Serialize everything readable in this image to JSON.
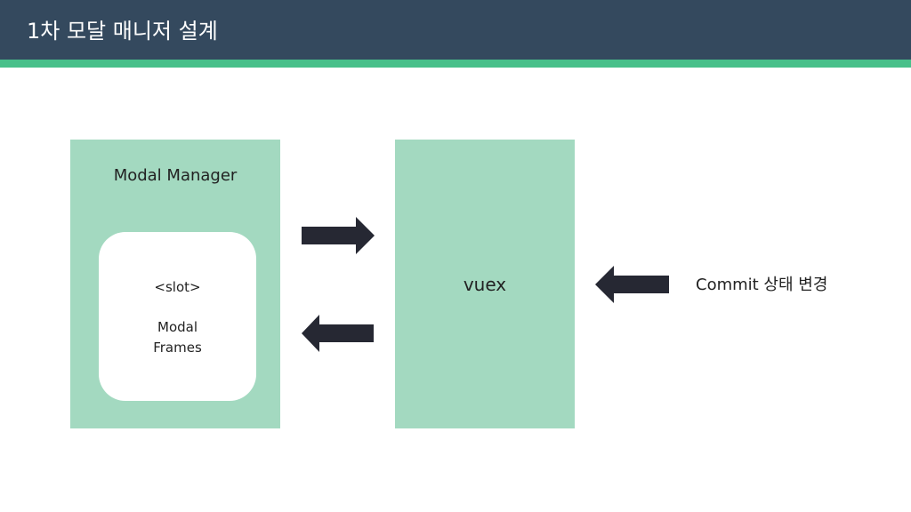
{
  "header": {
    "title": "1차 모달 매니저 설계"
  },
  "colors": {
    "header_bg": "#34495e",
    "accent": "#48c08a",
    "box_fill": "#a3d9c0",
    "arrow": "#262833"
  },
  "diagram": {
    "manager": {
      "title": "Modal Manager",
      "slot_tag": "<slot>",
      "slot_line1": "Modal",
      "slot_line2": "Frames"
    },
    "store": {
      "label": "vuex"
    },
    "commit": {
      "label": "Commit 상태 변경"
    },
    "arrows": [
      {
        "from": "manager",
        "to": "vuex",
        "direction": "right"
      },
      {
        "from": "vuex",
        "to": "manager",
        "direction": "left"
      },
      {
        "from": "commit",
        "to": "vuex",
        "direction": "left"
      }
    ]
  }
}
